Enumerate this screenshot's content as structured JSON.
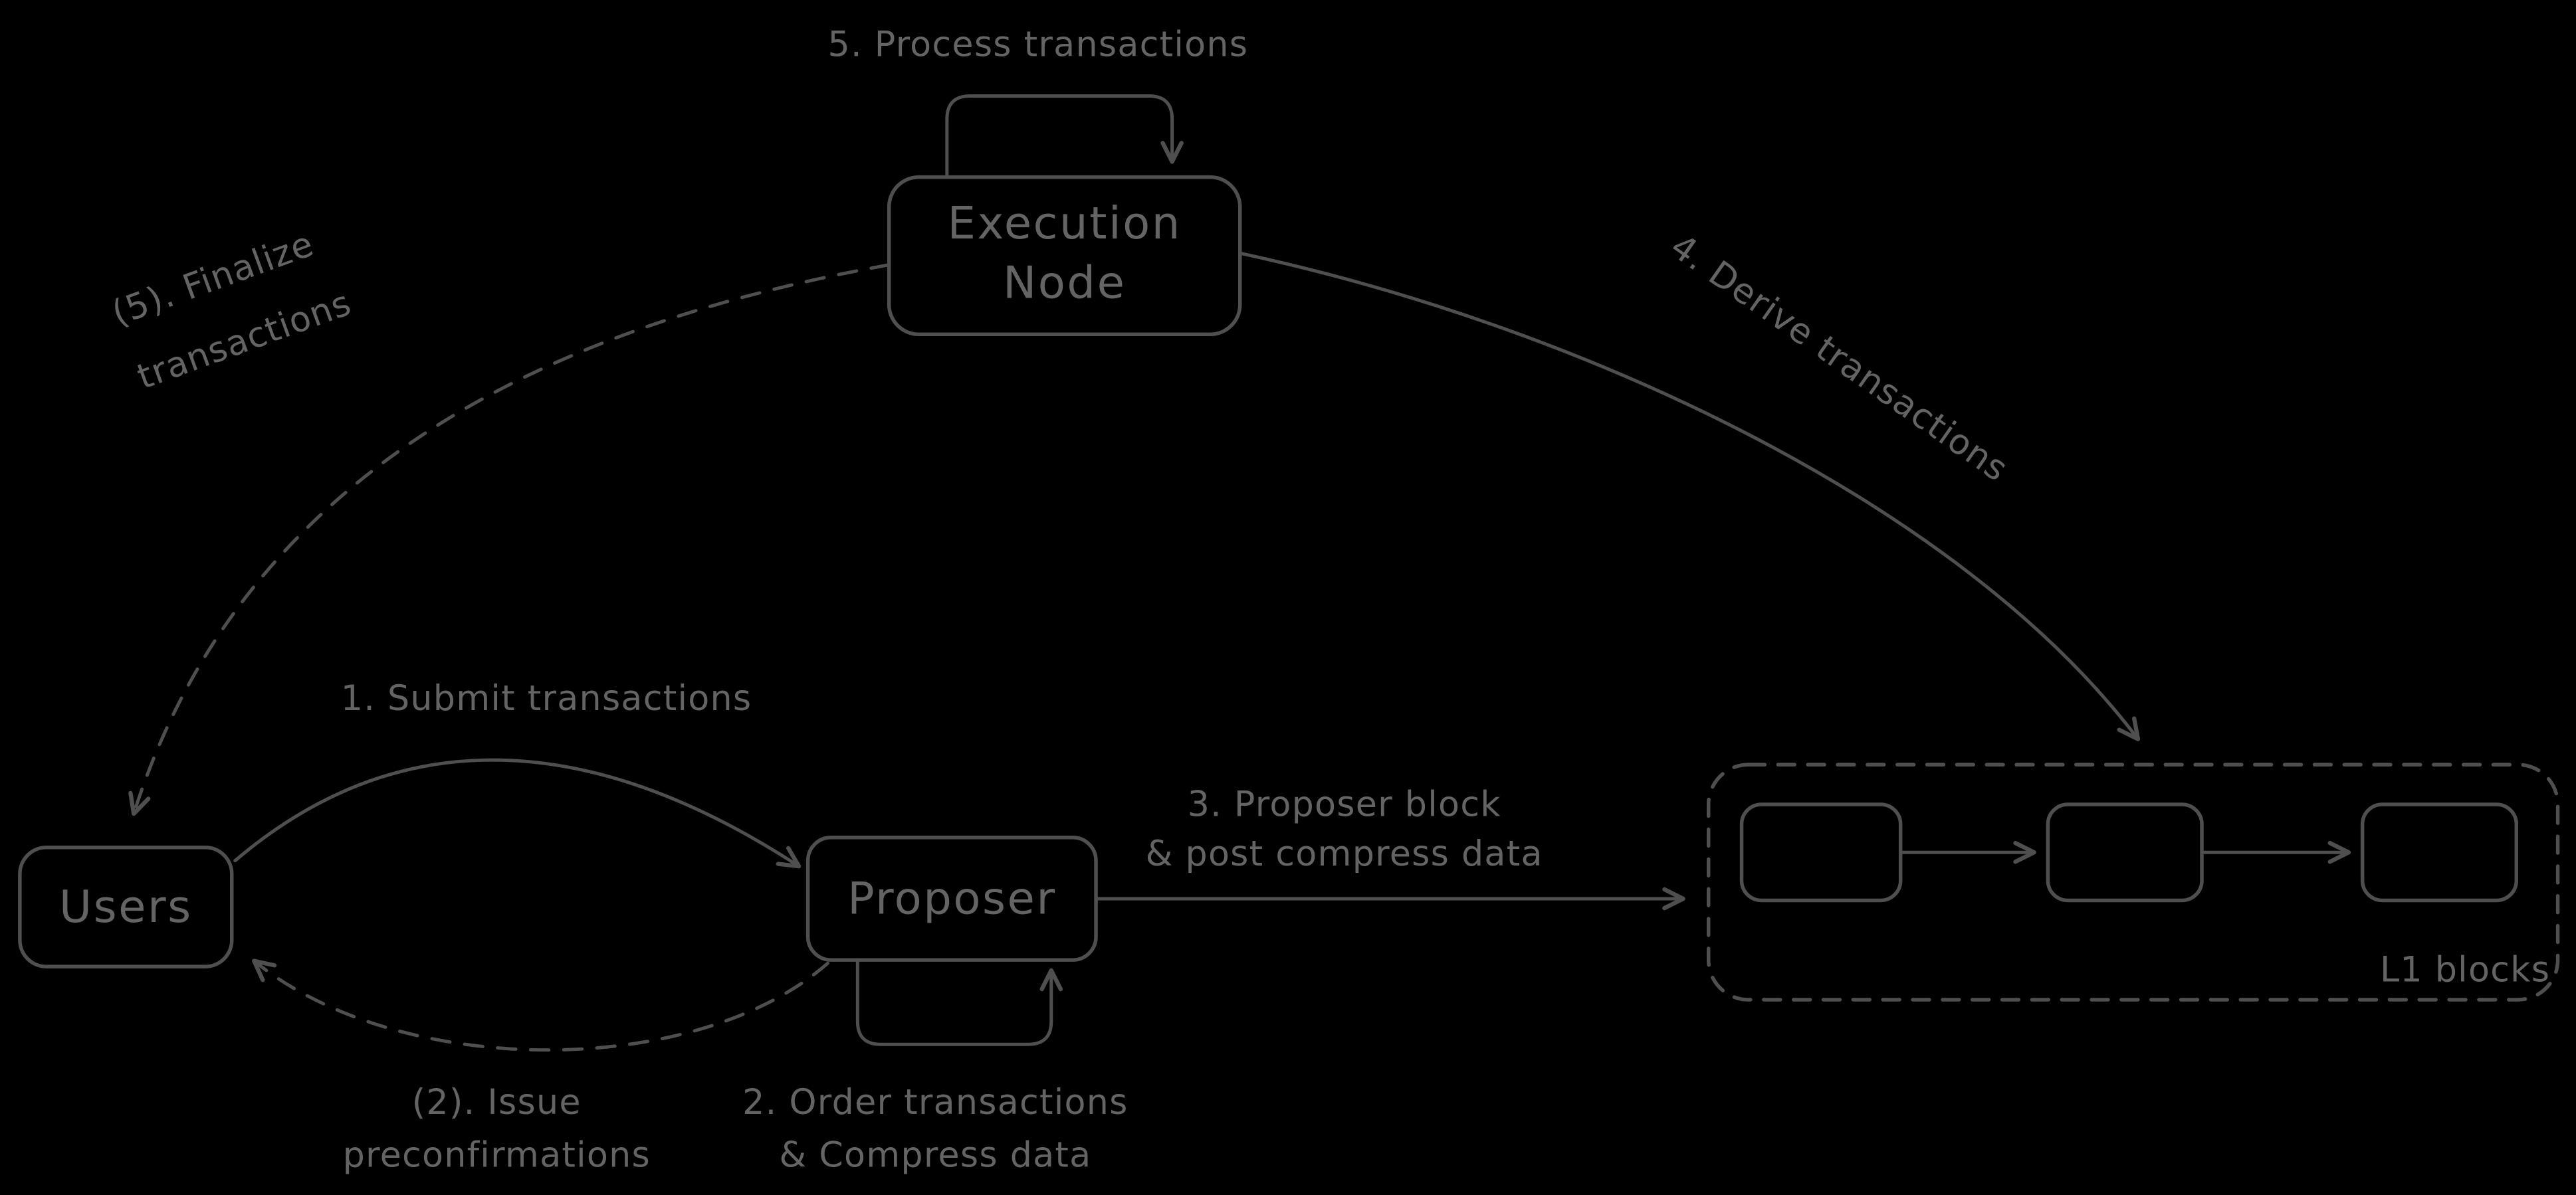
{
  "nodes": {
    "execution_node": {
      "line1": "Execution",
      "line2": "Node"
    },
    "users": {
      "label": "Users"
    },
    "proposer": {
      "label": "Proposer"
    },
    "l1_blocks": {
      "label": "L1 blocks"
    }
  },
  "edges": {
    "process_transactions": {
      "label": "5. Process transactions"
    },
    "finalize_transactions": {
      "line1": "(5). Finalize",
      "line2": "transactions"
    },
    "derive_transactions": {
      "label": "4. Derive transactions"
    },
    "submit_transactions": {
      "label": "1. Submit transactions"
    },
    "proposer_block": {
      "line1": "3. Proposer block",
      "line2": "& post compress data"
    },
    "order_transactions": {
      "line1": "2. Order transactions",
      "line2": "& Compress data"
    },
    "issue_preconfirmations": {
      "line1": "(2). Issue",
      "line2": "preconfirmations"
    }
  },
  "colors": {
    "background": "#000000",
    "stroke": "#4f4f4f",
    "text": "#646464"
  }
}
